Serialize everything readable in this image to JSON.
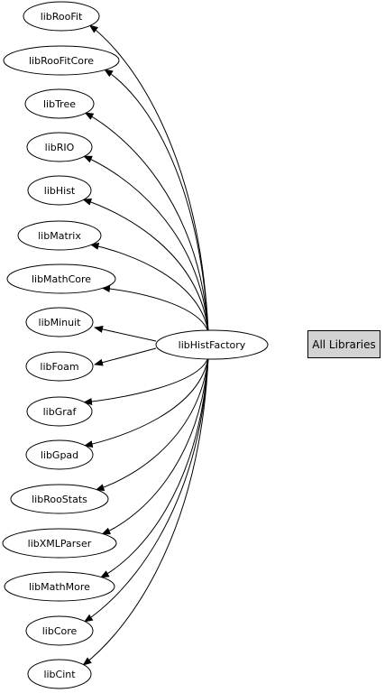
{
  "diagram": {
    "center_node": "libHistFactory",
    "dependencies": [
      "libRooFit",
      "libRooFitCore",
      "libTree",
      "libRIO",
      "libHist",
      "libMatrix",
      "libMathCore",
      "libMinuit",
      "libFoam",
      "libGraf",
      "libGpad",
      "libRooStats",
      "libXMLParser",
      "libMathMore",
      "libCore",
      "libCint"
    ]
  },
  "all_libraries_button": "All Libraries"
}
